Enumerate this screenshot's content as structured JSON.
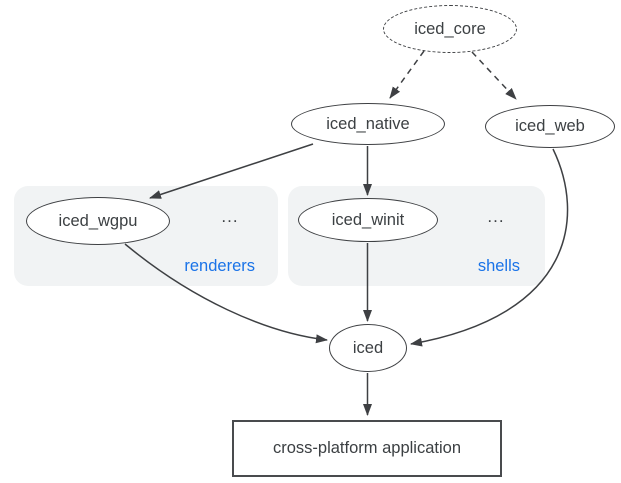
{
  "diagram": {
    "nodes": {
      "iced_core": {
        "label": "iced_core",
        "shape": "ellipse",
        "border": "dashed"
      },
      "iced_native": {
        "label": "iced_native",
        "shape": "ellipse",
        "border": "solid"
      },
      "iced_web": {
        "label": "iced_web",
        "shape": "ellipse",
        "border": "solid"
      },
      "iced_wgpu": {
        "label": "iced_wgpu",
        "shape": "ellipse",
        "border": "solid"
      },
      "iced_winit": {
        "label": "iced_winit",
        "shape": "ellipse",
        "border": "solid"
      },
      "iced": {
        "label": "iced",
        "shape": "ellipse",
        "border": "solid"
      },
      "app": {
        "label": "cross-platform application",
        "shape": "rectangle",
        "border": "solid"
      }
    },
    "groups": {
      "renderers": {
        "label": "renderers",
        "ellipsis": "...",
        "members": [
          "iced_wgpu"
        ]
      },
      "shells": {
        "label": "shells",
        "ellipsis": "...",
        "members": [
          "iced_winit"
        ]
      }
    },
    "edges": [
      {
        "from": "iced_core",
        "to": "iced_native",
        "style": "dashed"
      },
      {
        "from": "iced_core",
        "to": "iced_web",
        "style": "dashed"
      },
      {
        "from": "iced_native",
        "to": "iced_wgpu",
        "style": "solid"
      },
      {
        "from": "iced_native",
        "to": "iced_winit",
        "style": "solid"
      },
      {
        "from": "iced_wgpu",
        "to": "iced",
        "style": "solid"
      },
      {
        "from": "iced_winit",
        "to": "iced",
        "style": "solid"
      },
      {
        "from": "iced_web",
        "to": "iced",
        "style": "solid"
      },
      {
        "from": "iced",
        "to": "app",
        "style": "solid"
      }
    ],
    "colors": {
      "canvas_background": "#ffffff",
      "group_background": "#f1f3f4",
      "group_label": "#1a73e8",
      "stroke": "#3e4043",
      "text": "#3c4043",
      "node_fill": "#ffffff"
    }
  }
}
